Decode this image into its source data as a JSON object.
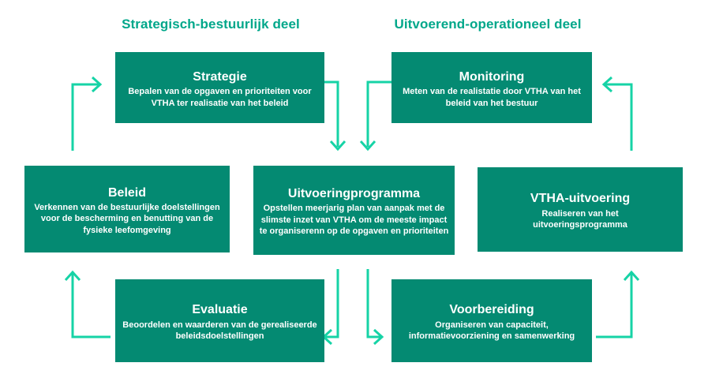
{
  "colors": {
    "background": "#ffffff",
    "box_fill": "#048a72",
    "box_text": "#ffffff",
    "header_text": "#00a78a",
    "arrow": "#16d3a6"
  },
  "diagram": {
    "headers": [
      {
        "label": "Strategisch-bestuurlijk deel"
      },
      {
        "label": "Uitvoerend-operationeel deel"
      }
    ],
    "boxes": [
      {
        "id": "strategie",
        "title": "Strategie",
        "body": "Bepalen van de opgaven en prioriteiten voor VTHA ter realisatie van het beleid"
      },
      {
        "id": "monitoring",
        "title": "Monitoring",
        "body": "Meten van de realistatie door VTHA van het beleid van het bestuur"
      },
      {
        "id": "beleid",
        "title": "Beleid",
        "body": "Verkennen van de bestuurlijke doelstellingen voor de bescherming en benutting van de fysieke leefomgeving"
      },
      {
        "id": "uitvoeringprogramma",
        "title": "Uitvoeringprogramma",
        "body": "Opstellen meerjarig plan van aanpak met de slimste inzet van VTHA om de meeste impact te organiserenn op de opgaven en prioriteiten"
      },
      {
        "id": "vtha-uitvoering",
        "title": "VTHA-uitvoering",
        "body": "Realiseren van het uitvoeringsprogramma"
      },
      {
        "id": "evaluatie",
        "title": "Evaluatie",
        "body": "Beoordelen en waarderen van de gerealiseerde beleidsdoelstellingen"
      },
      {
        "id": "voorbereiding",
        "title": "Voorbereiding",
        "body": "Organiseren van capaciteit, informatievoorziening en samenwerking"
      }
    ],
    "flows": [
      {
        "from": "beleid",
        "to": "strategie"
      },
      {
        "from": "strategie",
        "to": "uitvoeringprogramma"
      },
      {
        "from": "monitoring",
        "to": "uitvoeringprogramma"
      },
      {
        "from": "vtha-uitvoering",
        "to": "monitoring"
      },
      {
        "from": "uitvoeringprogramma",
        "to": "evaluatie"
      },
      {
        "from": "uitvoeringprogramma",
        "to": "voorbereiding"
      },
      {
        "from": "evaluatie",
        "to": "beleid"
      },
      {
        "from": "voorbereiding",
        "to": "vtha-uitvoering"
      }
    ]
  }
}
